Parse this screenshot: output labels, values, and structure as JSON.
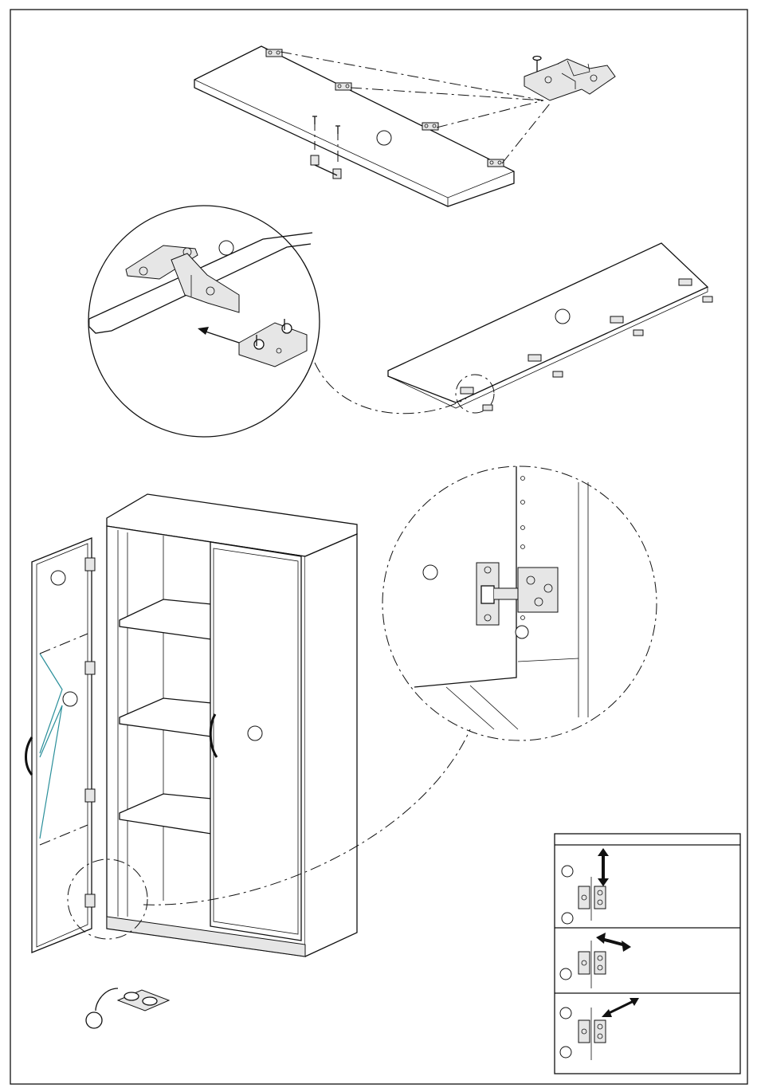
{
  "figure": {
    "steps": [
      "step-1-door-hinge-mounting",
      "step-2-hinge-clip",
      "step-3-door-install",
      "step-4-hinge-adjustment"
    ]
  },
  "adjustment_panel": {
    "header": "",
    "rows": [
      "vertical-adjust",
      "horizontal-adjust",
      "depth-adjust"
    ]
  },
  "colors": {
    "line": "#111111",
    "guide": "#2a8f9a"
  }
}
